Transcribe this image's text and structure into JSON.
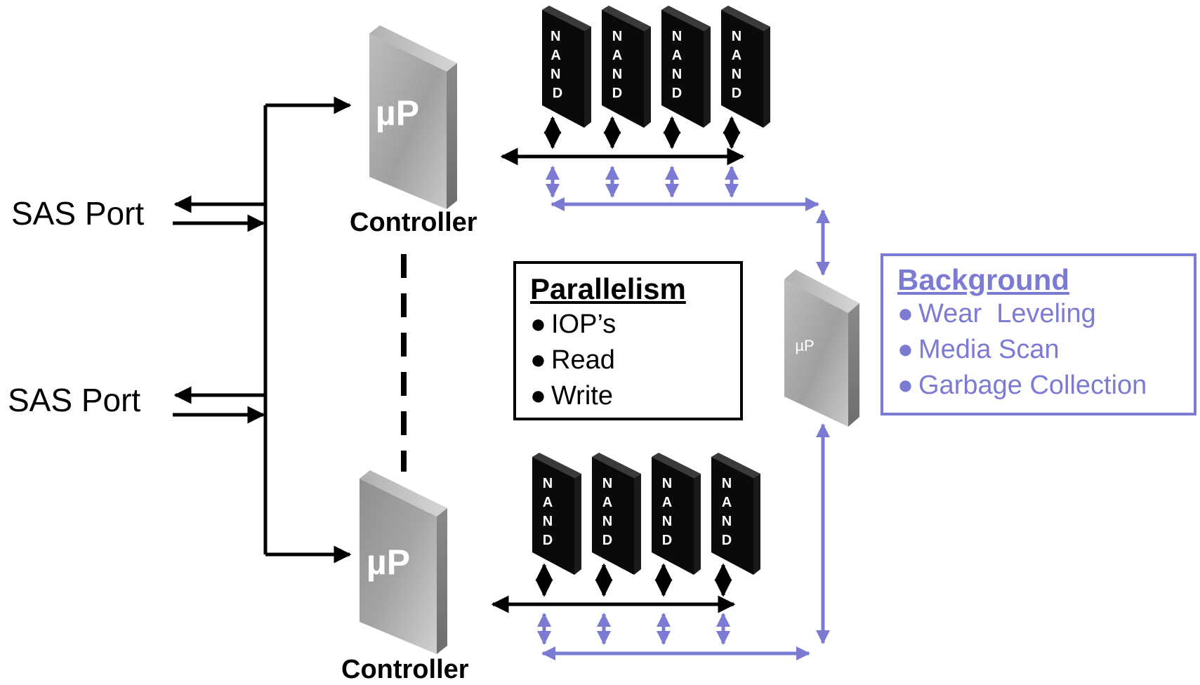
{
  "sas_ports": [
    {
      "label": "SAS Port"
    },
    {
      "label": "SAS Port"
    }
  ],
  "controllers": [
    {
      "chip_label": "µP",
      "label": "Controller",
      "nand_chips": [
        "NAND",
        "NAND",
        "NAND",
        "NAND"
      ]
    },
    {
      "chip_label": "µP",
      "label": "Controller",
      "nand_chips": [
        "NAND",
        "NAND",
        "NAND",
        "NAND"
      ]
    }
  ],
  "background_processor": {
    "chip_label": "µP"
  },
  "parallelism_box": {
    "title": "Parallelism",
    "items": [
      "IOP’s",
      "Read",
      "Write"
    ]
  },
  "background_box": {
    "title": "Background",
    "items": [
      "Wear  Leveling",
      "Media Scan",
      "Garbage Collection"
    ]
  },
  "colors": {
    "black_bus": "#000000",
    "purple_bus": "#7b7bd4",
    "nand_chip": "#0a0a0a",
    "controller_chip": "#a8a8a8"
  }
}
